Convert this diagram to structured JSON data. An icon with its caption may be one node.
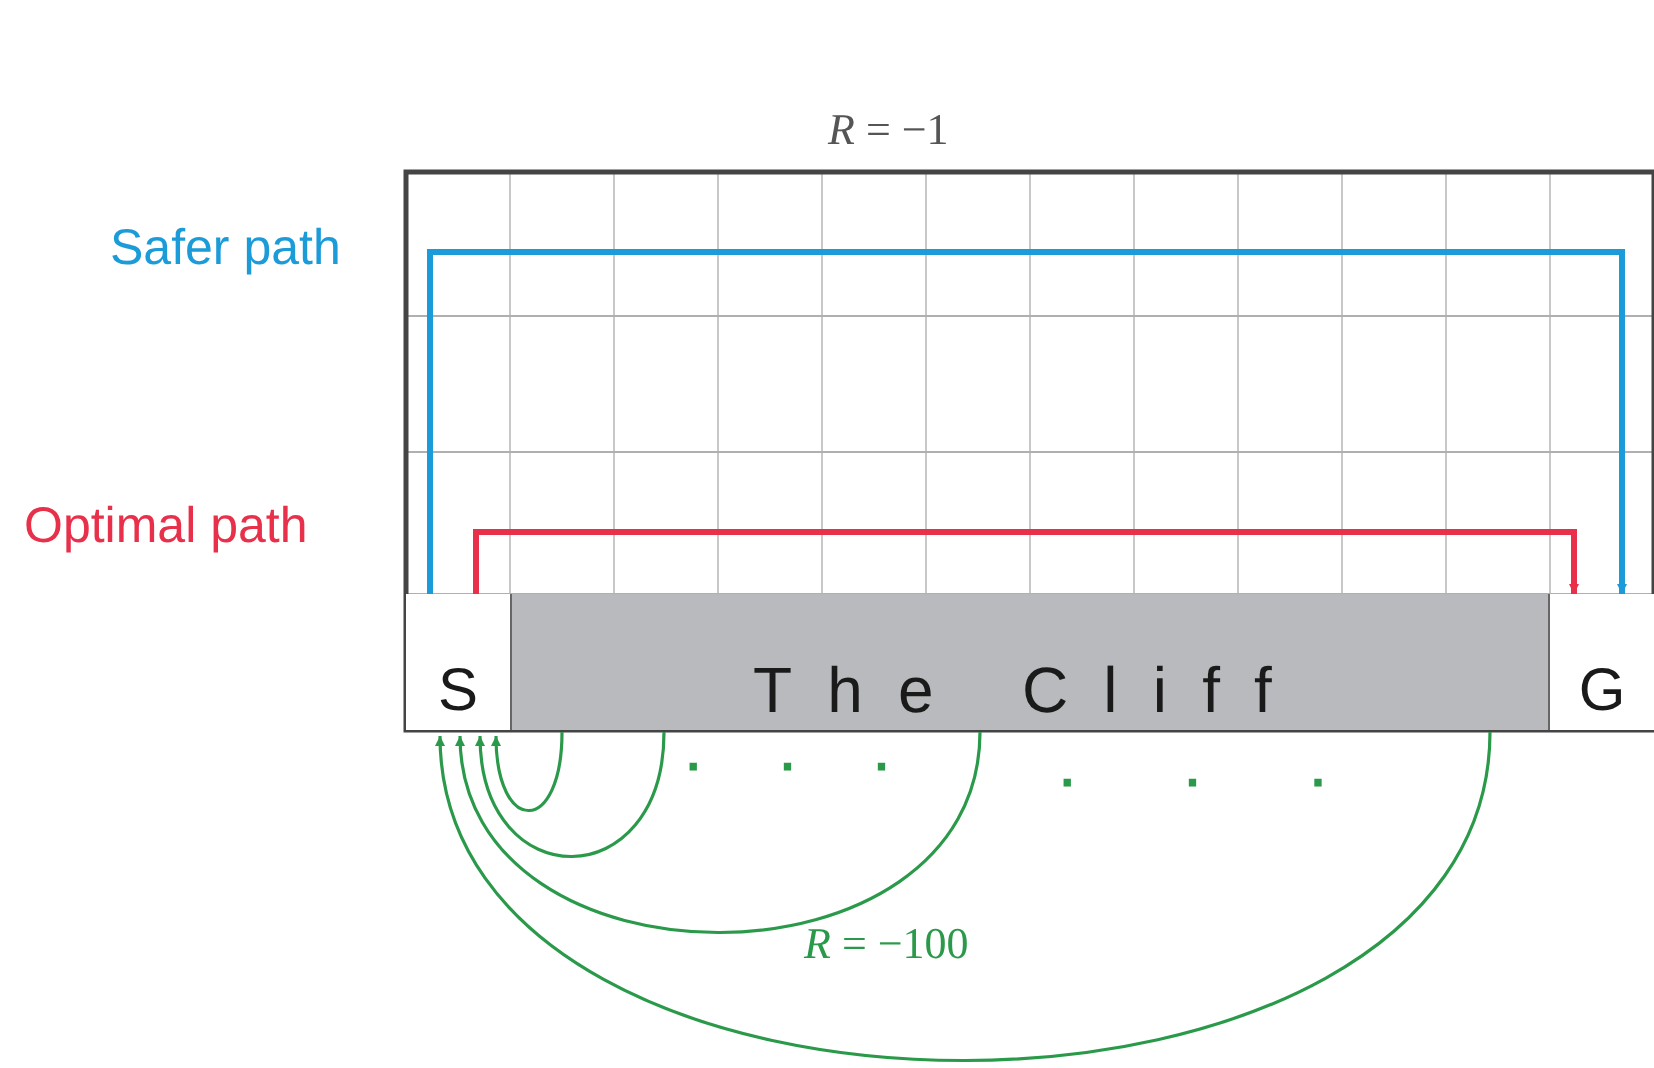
{
  "diagram": {
    "nodes": [
      {
        "text": [
          "S"
        ]
      },
      {
        "text": [
          "The Cliff"
        ]
      },
      {
        "text": [
          "G"
        ]
      }
    ],
    "edges": [
      {
        "from": 0,
        "to": 2,
        "arrow": "to",
        "label": "Safer path",
        "color": "#1b9bd8"
      },
      {
        "from": 0,
        "to": 2,
        "arrow": "to",
        "label": "Optimal path",
        "color": "#e8304a"
      },
      {
        "from": 1,
        "to": 0,
        "arrow": "to"
      },
      {
        "from": 1,
        "to": 0,
        "arrow": "to"
      },
      {
        "from": 1,
        "to": 0,
        "arrow": "to"
      },
      {
        "from": 1,
        "to": 0,
        "arrow": "to"
      }
    ],
    "labels": [
      "*R* = −1",
      "· · ·",
      "· · ·",
      "*R* = −100"
    ]
  }
}
